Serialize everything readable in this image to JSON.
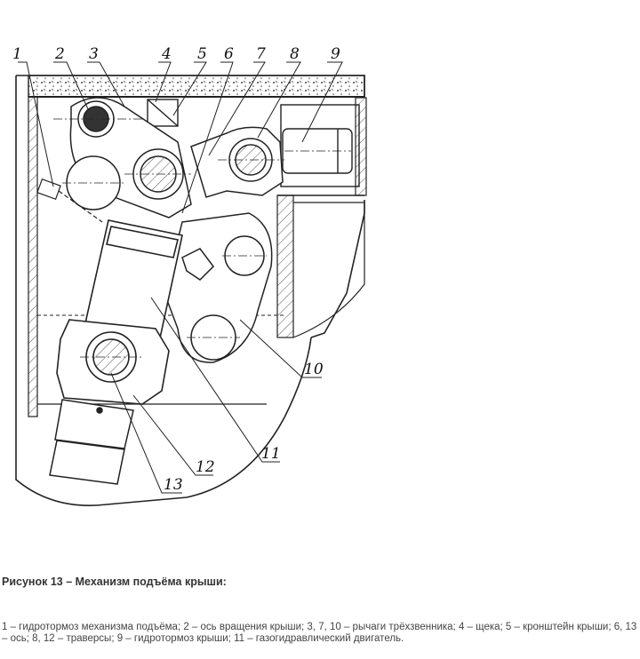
{
  "figure": {
    "callouts": [
      "1",
      "2",
      "3",
      "4",
      "5",
      "6",
      "7",
      "8",
      "9",
      "10",
      "11",
      "12",
      "13"
    ]
  },
  "caption": "Рисунок 13 – Механизм подъёма крыши:",
  "legend": "1 – гидротормоз механизма подъёма; 2 – ось вращения крыши; 3, 7, 10 – рычаги трёхзвенника; 4 – щека; 5 – кронштейн крыши; 6, 13 – ось; 8, 12 – траверсы; 9 – гидротормоз крыши; 11 – газогидравлический двигатель."
}
